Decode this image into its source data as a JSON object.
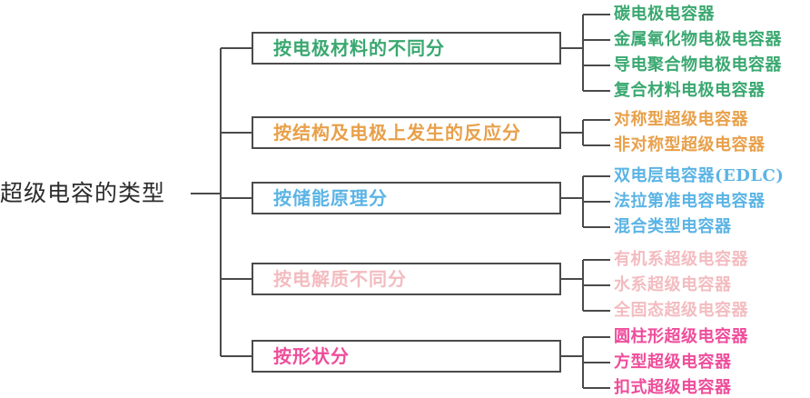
{
  "diagram": {
    "title": "超级电容的类型",
    "root": {
      "label": "超级电容的类型",
      "color": "#2b2b2b"
    },
    "line_color": "#4a4a4a",
    "branches": [
      {
        "label": "按电极材料的不同分",
        "color": "#3aa870",
        "leaves": [
          "碳电极电容器",
          "金属氧化物电极电容器",
          "导电聚合物电极电容器",
          "复合材料电极电容器"
        ]
      },
      {
        "label": "按结构及电极上发生的反应分",
        "color": "#e8a04a",
        "leaves": [
          "对称型超级电容器",
          "非对称型超级电容器"
        ]
      },
      {
        "label": "按储能原理分",
        "color": "#5bb4e5",
        "leaves": [
          "双电层电容器(EDLC)",
          "法拉第准电容电容器",
          "混合类型电容器"
        ]
      },
      {
        "label": "按电解质不同分",
        "color": "#f3bcc0",
        "leaves": [
          "有机系超级电容器",
          "水系超级电容器",
          "全固态超级电容器"
        ]
      },
      {
        "label": "按形状分",
        "color": "#ef4d9b",
        "leaves": [
          "圆柱形超级电容器",
          "方型超级电容器",
          "扣式超级电容器"
        ]
      }
    ]
  }
}
